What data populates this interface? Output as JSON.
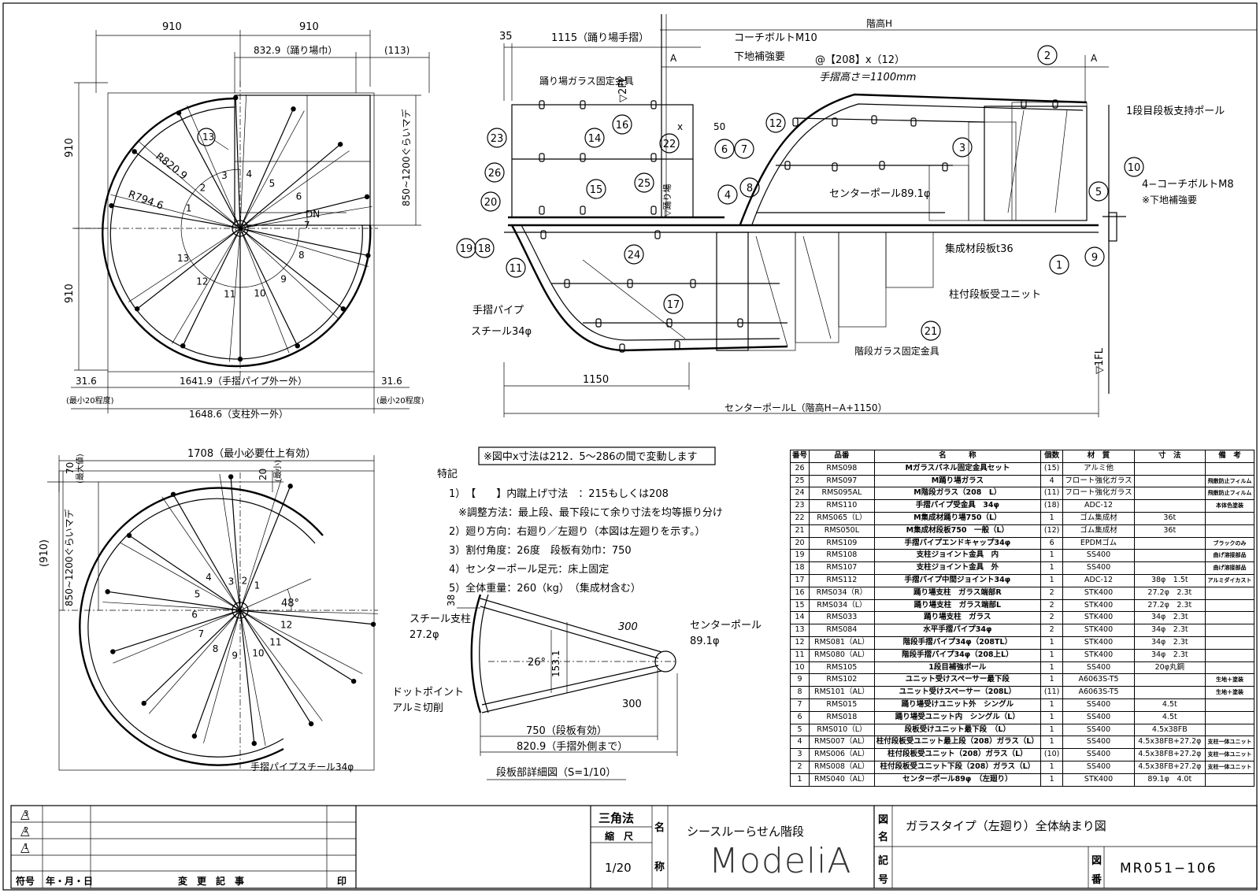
{
  "plan_view": {
    "dim_910_a": "910",
    "dim_910_b": "910",
    "dim_8329": "832.9（踊り場巾）",
    "dim_113": "(113)",
    "dim_910_v1": "910",
    "dim_910_v2": "910",
    "dim_850_1200": "850~1200ぐらいマデ",
    "r8209": "R820.9",
    "r7946": "R794.6",
    "dn": "DN",
    "steps": [
      "1",
      "2",
      "3",
      "4",
      "5",
      "6",
      "7",
      "8",
      "9",
      "10",
      "11",
      "12",
      "13"
    ],
    "dim_316_l": "31.6",
    "dim_316_r": "31.6",
    "min20_l": "(最小20程度)",
    "min20_r": "(最小20程度)",
    "dim_16419": "1641.9（手摺パイプ外ー外）",
    "dim_16486": "1648.6（支柱外ー外）",
    "callout_13": "13"
  },
  "elevation": {
    "dim_35": "35",
    "dim_1115": "1115（踊り場手摺）",
    "kaidaka": "階高H",
    "bolt_m10": "コーチボルトM10",
    "shita": "下地補強要",
    "at208": "@【208】x（12）",
    "tesuri_h": "手摺高さ＝1100mm",
    "fl2": "▽2FL",
    "fl1": "▽1FL",
    "a1": "A",
    "a2": "A",
    "x": "x",
    "d50": "50",
    "step1_pole": "1段目段板支持ポール",
    "bolt_m8": "4−コーチボルトM8",
    "shita2": "※下地補強要",
    "center_pole": "センターポール89.1φ",
    "tread": "集成材段板t36",
    "unit": "柱付段板受ユニット",
    "glass_fix": "階段ガラス固定金具",
    "landing_glass": "踊り場ガラス固定金具",
    "odoriba": "▽踊り場",
    "pipe1": "手摺パイプ",
    "pipe2": "スチール34φ",
    "dim_1150": "1150",
    "centerpole_len": "センターポールL（階高H−A+1150）",
    "callouts": [
      "1",
      "2",
      "3",
      "4",
      "5",
      "6",
      "7",
      "8",
      "9",
      "10",
      "11",
      "12",
      "14",
      "15",
      "16",
      "17",
      "18",
      "19",
      "20",
      "21",
      "22",
      "23",
      "24",
      "25",
      "26"
    ]
  },
  "plan2": {
    "dim_1708": "1708（最小必要仕上有効）",
    "dim_70": "70",
    "max": "(最大値)",
    "dim_20": "20",
    "min": "(最小)",
    "dim_910": "(910)",
    "dim_850": "850~1200ぐらいマデ",
    "deg48": "48°",
    "pipe": "手摺パイプスチール34φ",
    "steps": [
      "1",
      "2",
      "3",
      "4",
      "5",
      "6",
      "7",
      "8",
      "9",
      "10",
      "11",
      "12"
    ]
  },
  "notes": {
    "boxed": "※図中x寸法は212．5〜286の間で変動します",
    "heading": "特記",
    "lines": [
      "1）　【　　】内蹴上げ寸法　：215もしくは208",
      "※調整方法：最上段、最下段にて余り寸法を均等振り分け",
      "2）廻り方向：右廻り／左廻り（本図は左廻りを示す。）",
      "3）割付角度：26度　段板有効巾：750",
      "4）センターポール足元：床上固定",
      "5）全体重量：260（kg）　（集成材含む）"
    ]
  },
  "detail": {
    "d38": "38",
    "d300a": "300",
    "d300b": "300",
    "deg26": "26°",
    "d1531": "153.1",
    "strut": "スチール支柱",
    "strut2": "27.2φ",
    "dot": "ドットポイント",
    "dot2": "アルミ切削",
    "cpole": "センターポール",
    "cpole2": "89.1φ",
    "d750": "750（段板有効）",
    "d8209": "820.9（手摺外側まで）",
    "caption": "段板部詳細図（S=1/10）"
  },
  "parts_table": {
    "headers": [
      "番号",
      "品番",
      "名　　　称",
      "個数",
      "材　質",
      "寸　法",
      "備　考"
    ],
    "rows": [
      [
        "26",
        "RMS098",
        "Mガラスパネル固定金具セット",
        "(15)",
        "アルミ他",
        "",
        ""
      ],
      [
        "25",
        "RMS097",
        "M踊り場ガラス",
        "4",
        "フロート強化ガラス",
        "",
        "飛散防止フィルム"
      ],
      [
        "24",
        "RMS095AL",
        "M階段ガラス（208　L）",
        "(11)",
        "フロート強化ガラス",
        "",
        "飛散防止フィルム"
      ],
      [
        "23",
        "RMS110",
        "手摺パイプ受金具　34φ",
        "(18)",
        "ADC-12",
        "",
        "本体色塗装"
      ],
      [
        "22",
        "RMS065（L）",
        "M集成材踊り場750（L）",
        "1",
        "ゴム集成材",
        "36t",
        ""
      ],
      [
        "21",
        "RMS050L",
        "M集成材段板750　一般（L）",
        "(12)",
        "ゴム集成材",
        "36t",
        ""
      ],
      [
        "20",
        "RMS109",
        "手摺パイプエンドキャップ34φ",
        "6",
        "EPDMゴム",
        "",
        "ブラックのみ"
      ],
      [
        "19",
        "RMS108",
        "支柱ジョイント金具　内",
        "1",
        "SS400",
        "",
        "曲げ溶接部品"
      ],
      [
        "18",
        "RMS107",
        "支柱ジョイント金具　外",
        "1",
        "SS400",
        "",
        "曲げ溶接部品"
      ],
      [
        "17",
        "RMS112",
        "手摺パイプ中間ジョイント34φ",
        "1",
        "ADC-12",
        "38φ　1.5t",
        "アルミダイカスト"
      ],
      [
        "16",
        "RMS034（R）",
        "踊り場支柱　ガラス端部R",
        "2",
        "STK400",
        "27.2φ　2.3t",
        ""
      ],
      [
        "15",
        "RMS034（L）",
        "踊り場支柱　ガラス端部L",
        "2",
        "STK400",
        "27.2φ　2.3t",
        ""
      ],
      [
        "14",
        "RMS033",
        "踊り場支柱　ガラス",
        "2",
        "STK400",
        "34φ　2.3t",
        ""
      ],
      [
        "13",
        "RMS084",
        "水平手摺パイプ34φ",
        "2",
        "STK400",
        "34φ　2.3t",
        ""
      ],
      [
        "12",
        "RMS081（AL）",
        "階段手摺パイプ34φ（208TL）",
        "1",
        "STK400",
        "34φ　2.3t",
        ""
      ],
      [
        "11",
        "RMS080（AL）",
        "階段手摺パイプ34φ（208上L）",
        "1",
        "STK400",
        "34φ　2.3t",
        ""
      ],
      [
        "10",
        "RMS105",
        "1段目補強ポール",
        "1",
        "SS400",
        "20φ丸鋼",
        ""
      ],
      [
        "9",
        "RMS102",
        "ユニット受けスペーサー最下段",
        "1",
        "A6063S-T5",
        "",
        "生地＋塗装"
      ],
      [
        "8",
        "RMS101（AL）",
        "ユニット受けスペーサー（208L）",
        "(11)",
        "A6063S-T5",
        "",
        "生地＋塗装"
      ],
      [
        "7",
        "RMS015",
        "踊り場受けユニット外　シングル",
        "1",
        "SS400",
        "4.5t",
        ""
      ],
      [
        "6",
        "RMS018",
        "踊り場受ユニット内　シングル（L）",
        "1",
        "SS400",
        "4.5t",
        ""
      ],
      [
        "5",
        "RMS010（L）",
        "段板受けユニット最下段　（L）",
        "1",
        "SS400",
        "4.5x38FB",
        ""
      ],
      [
        "4",
        "RMS007（AL）",
        "柱付段板受ユニット最上段（208）ガラス（L）",
        "1",
        "SS400",
        "4.5x38FB+27.2φ",
        "支柱一体ユニット"
      ],
      [
        "3",
        "RMS006（AL）",
        "柱付段板受ユニット（208）ガラス（L）",
        "(10)",
        "SS400",
        "4.5x38FB+27.2φ",
        "支柱一体ユニット"
      ],
      [
        "2",
        "RMS008（AL）",
        "柱付段板受ユニット下段（208）ガラス（L）",
        "1",
        "SS400",
        "4.5x38FB+27.2φ",
        "支柱一体ユニット"
      ],
      [
        "1",
        "RMS040（AL）",
        "センターポール89φ　（左廻り）",
        "1",
        "STK400",
        "89.1φ　4.0t",
        ""
      ]
    ]
  },
  "title_block": {
    "rev_marks": [
      "3",
      "2",
      "1"
    ],
    "headers": [
      "符号",
      "年・月・日",
      "変　更　記　事",
      "印"
    ],
    "projection": "三角法",
    "scale_label": "縮　尺",
    "scale": "1/20",
    "name_label_1": "名",
    "name_label_2": "称",
    "product": "シースルーらせん階段",
    "brand": "ModeliA",
    "drawing_label_1": "図",
    "drawing_label_2": "名",
    "drawing_name": "ガラスタイプ（左廻り）全体納まり図",
    "record_label_1": "記",
    "record_label_2": "号",
    "number_label_1": "図",
    "number_label_2": "番",
    "drawing_number": "MR051−106"
  }
}
